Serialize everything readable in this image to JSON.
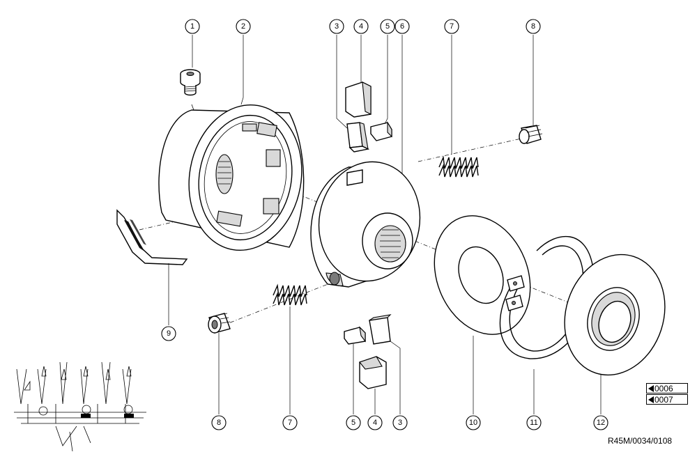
{
  "callouts": [
    {
      "id": "c1",
      "label": "1"
    },
    {
      "id": "c2",
      "label": "2"
    },
    {
      "id": "c3a",
      "label": "3"
    },
    {
      "id": "c4a",
      "label": "4"
    },
    {
      "id": "c5a",
      "label": "5"
    },
    {
      "id": "c6",
      "label": "6"
    },
    {
      "id": "c7a",
      "label": "7"
    },
    {
      "id": "c8a",
      "label": "8"
    },
    {
      "id": "c9",
      "label": "9"
    },
    {
      "id": "c8b",
      "label": "8"
    },
    {
      "id": "c7b",
      "label": "7"
    },
    {
      "id": "c5b",
      "label": "5"
    },
    {
      "id": "c4b",
      "label": "4"
    },
    {
      "id": "c3b",
      "label": "3"
    },
    {
      "id": "c10",
      "label": "10"
    },
    {
      "id": "c11",
      "label": "11"
    },
    {
      "id": "c12",
      "label": "12"
    }
  ],
  "refs": [
    "0006",
    "0007"
  ],
  "code": "R45M/0034/0108"
}
